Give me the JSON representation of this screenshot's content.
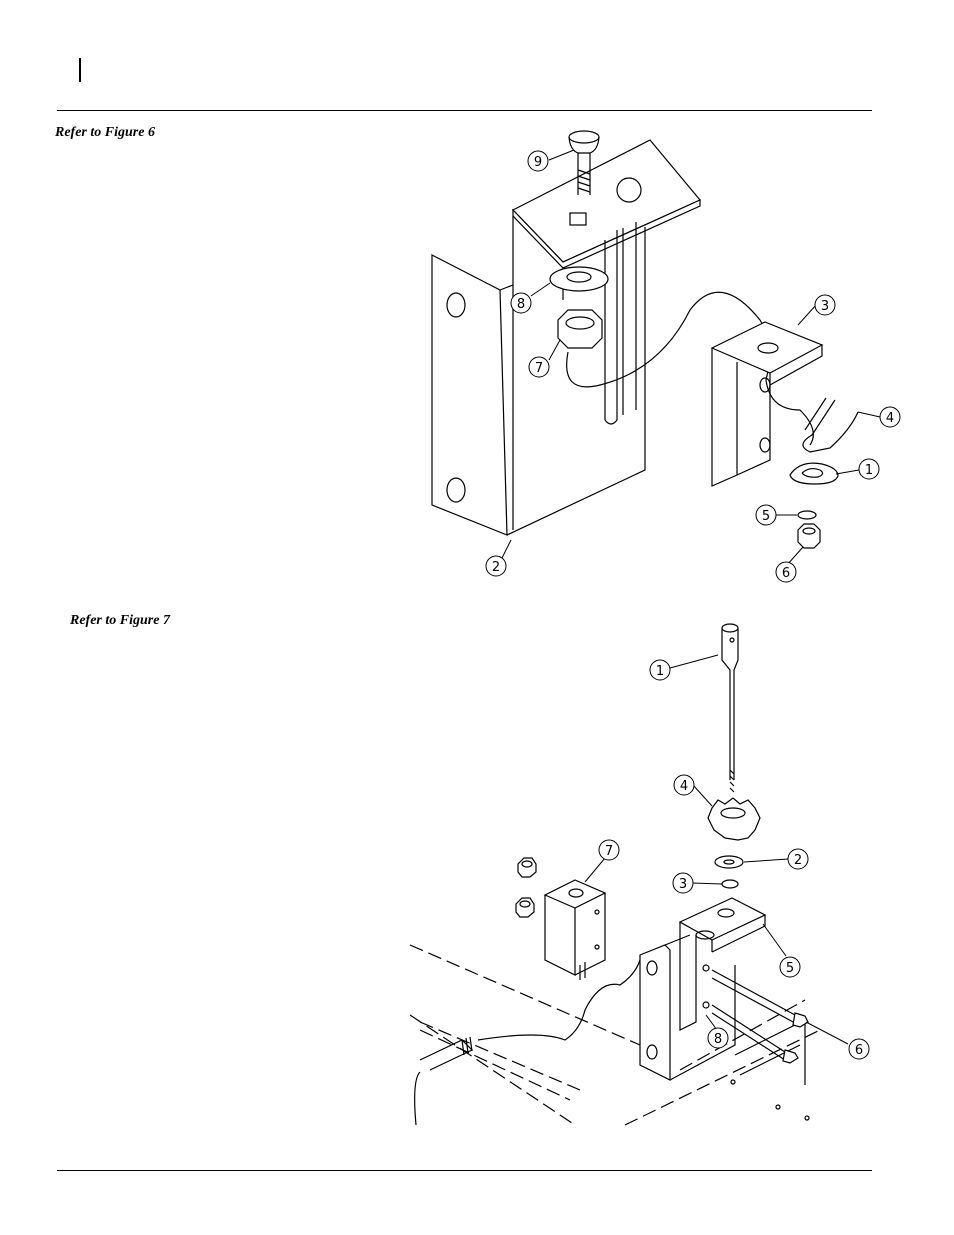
{
  "figure6": {
    "ref_text": "Refer to Figure 6",
    "callouts": [
      "9",
      "8",
      "7",
      "3",
      "4",
      "1",
      "5",
      "6",
      "2"
    ]
  },
  "figure7": {
    "ref_text": "Refer to Figure 7",
    "callouts": [
      "1",
      "4",
      "2",
      "3",
      "7",
      "5",
      "6",
      "8"
    ]
  },
  "colors": {
    "ink": "#000000",
    "paper": "#ffffff"
  }
}
